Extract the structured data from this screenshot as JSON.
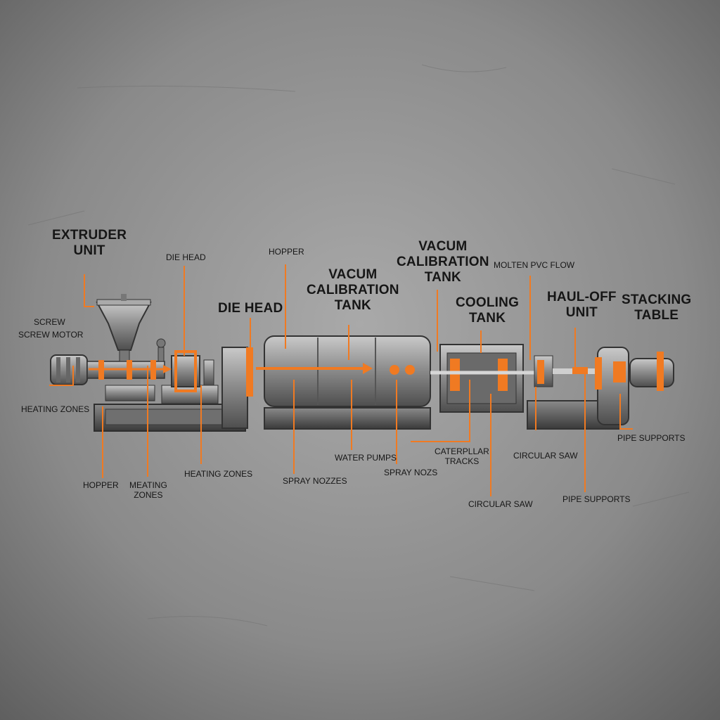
{
  "colors": {
    "background": "#8f8f8f",
    "accent": "#f07a22",
    "steel": "#9a9a9a",
    "text": "#161616"
  },
  "labels": {
    "extruder_unit_line1": "EXTRUDER",
    "extruder_unit_line2": "UNIT",
    "screw": "SCREW",
    "screw_motor": "SCREW MOTOR",
    "heating_zones_left": "HEATING ZONES",
    "hopper_bottom": "HOPPER",
    "meating_zones_line1": "MEATING",
    "meating_zones_line2": "ZONES",
    "heating_zones_middle": "HEATING ZONES",
    "die_head_small": "DIE HEAD",
    "die_head_big": "DIE HEAD",
    "hopper_top": "HOPPER",
    "vacum_calibration_left_line1": "VACUM",
    "vacum_calibration_left_line2": "CALIBRATION",
    "vacum_calibration_left_line3": "TANK",
    "vacum_calibration_right_line1": "VACUM",
    "vacum_calibration_right_line2": "CALIBRATION",
    "vacum_calibration_right_line3": "TANK",
    "cooling_tank_line1": "COOLING",
    "cooling_tank_line2": "TANK",
    "molten_pvc_flow": "MOLTEN PVC FLOW",
    "haul_off_unit_line1": "HAUL-OFF",
    "haul_off_unit_line2": "UNIT",
    "stacking_table_line1": "STACKING",
    "stacking_table_line2": "TABLE",
    "water_pumps": "WATER PUMPS",
    "spray_nozzes": "SPRAY NOZZES",
    "spray_nozs": "SPRAY NOZS",
    "caterpllar_tracks_line1": "CATERPLLAR",
    "caterpllar_tracks_line2": "TRACKS",
    "circular_saw_middle": "CIRCULAR SAW",
    "circular_saw_right": "CIRCULAR SAW",
    "pipe_supports_right": "PIPE SUPPORTS",
    "pipe_supports_middle": "PIPE SUPPORTS"
  }
}
